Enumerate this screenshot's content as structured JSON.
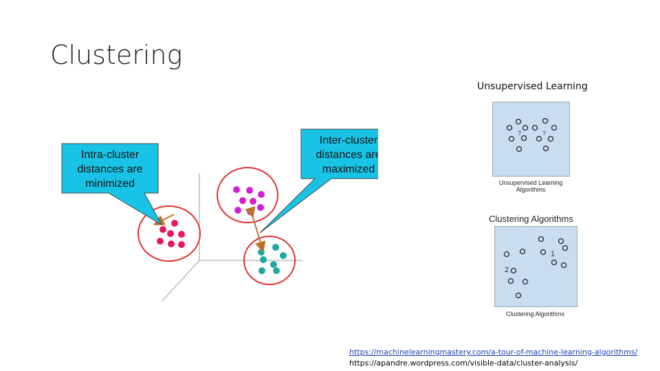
{
  "slide": {
    "title": "Clustering"
  },
  "unsupervised": {
    "title": "Unsupervised Learning",
    "panel_caption_line1": "Unsupervised Learning",
    "panel_caption_line2": "Algorithms",
    "question_mark": "?"
  },
  "clustering": {
    "title": "Clustering Algorithms",
    "panel_caption": "Clustering Algorithms",
    "cluster1_label": "1",
    "cluster2_label": "2"
  },
  "diagram": {
    "intra_callout": [
      "Intra-cluster",
      "distances are",
      "minimized"
    ],
    "inter_callout": [
      "Inter-cluster",
      "distances are",
      "maximized"
    ],
    "colors": {
      "callout_fill": "#19c3e6",
      "cluster_ring": "#e03030",
      "red_points": "#e8185f",
      "magenta_points": "#d21fd2",
      "teal_points": "#1ea8a0",
      "arrow": "#c0702a"
    }
  },
  "links": {
    "link1": "https://machinelearningmastery.com/a-tour-of-machine-learning-algorithms/",
    "link2": "https://apandre.wordpress.com/visible-data/cluster-analysis/"
  }
}
